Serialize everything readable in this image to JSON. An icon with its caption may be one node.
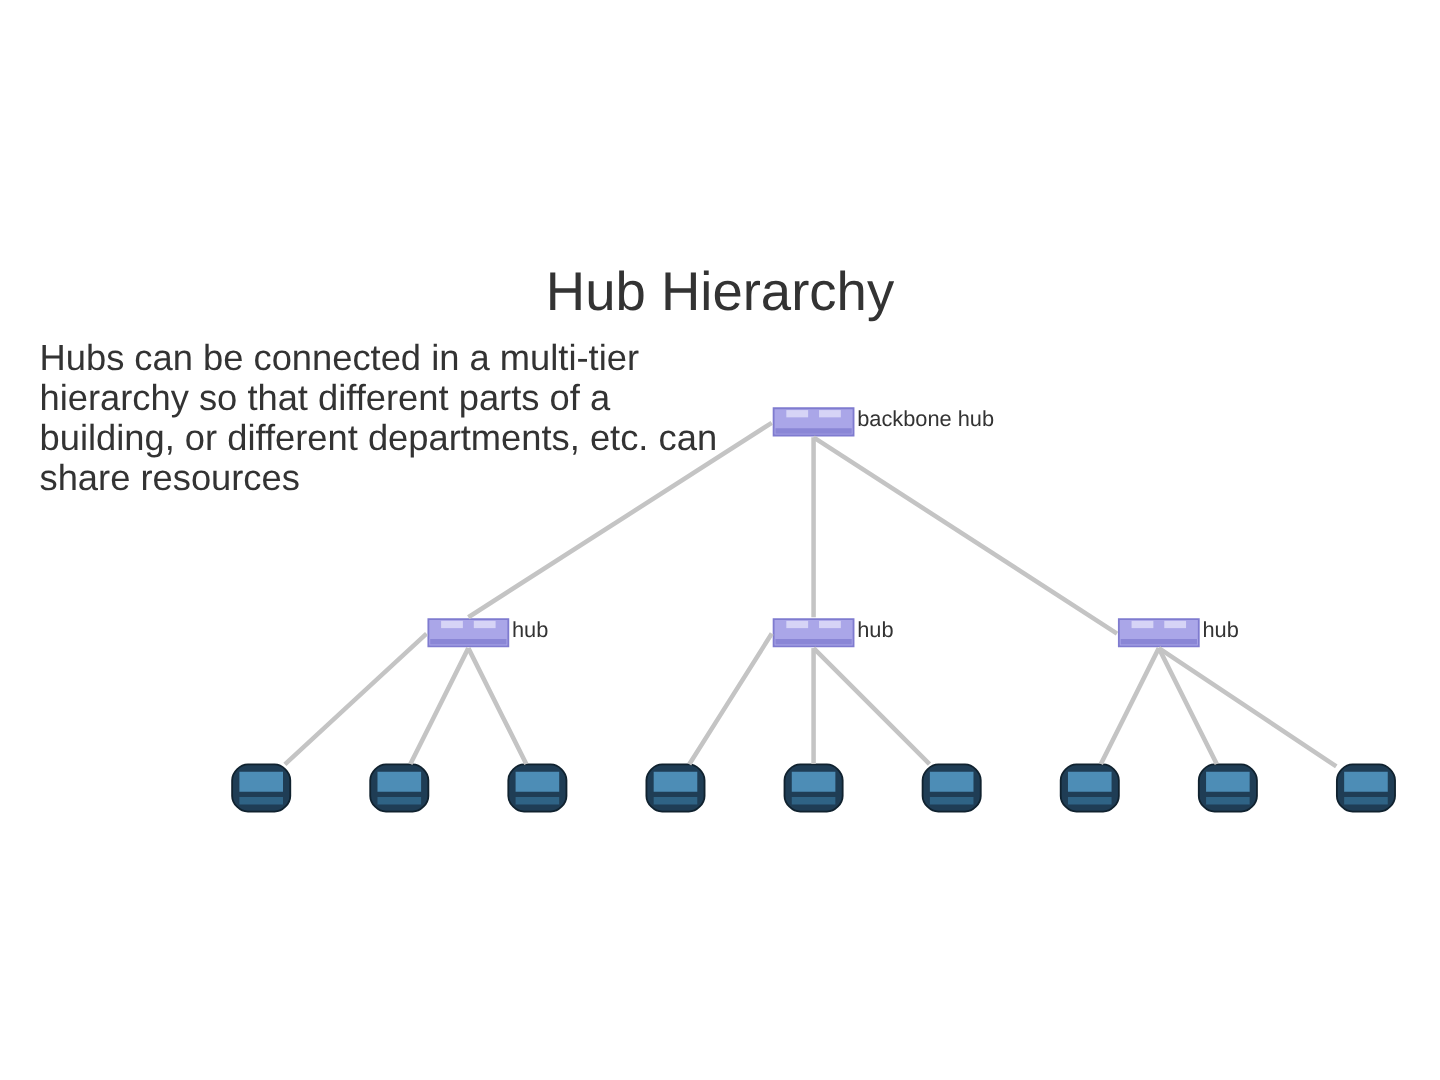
{
  "diagram": {
    "title": "Hub Hierarchy",
    "nodes": [
      {
        "text": [],
        "shape": "picture",
        "beside": [
          "backbone hub"
        ]
      },
      {
        "text": [],
        "shape": "picture",
        "beside": [
          "hub"
        ]
      },
      {
        "text": [],
        "shape": "picture",
        "beside": [
          "hub"
        ]
      },
      {
        "text": [],
        "shape": "picture",
        "beside": [
          "hub"
        ]
      },
      {
        "text": [],
        "shape": "picture"
      },
      {
        "text": [],
        "shape": "picture"
      },
      {
        "text": [],
        "shape": "picture"
      },
      {
        "text": [],
        "shape": "picture"
      },
      {
        "text": [],
        "shape": "picture"
      },
      {
        "text": [],
        "shape": "picture"
      },
      {
        "text": [],
        "shape": "picture"
      },
      {
        "text": [],
        "shape": "picture"
      },
      {
        "text": [],
        "shape": "picture"
      }
    ],
    "edges": [
      {
        "from": 0,
        "to": 1,
        "arrow": "none"
      },
      {
        "from": 0,
        "to": 2,
        "arrow": "none"
      },
      {
        "from": 0,
        "to": 3,
        "arrow": "none"
      },
      {
        "from": 1,
        "to": 4,
        "arrow": "none"
      },
      {
        "from": 1,
        "to": 5,
        "arrow": "none"
      },
      {
        "from": 1,
        "to": 6,
        "arrow": "none"
      },
      {
        "from": 2,
        "to": 7,
        "arrow": "none"
      },
      {
        "from": 2,
        "to": 8,
        "arrow": "none"
      },
      {
        "from": 2,
        "to": 9,
        "arrow": "none"
      },
      {
        "from": 3,
        "to": 10,
        "arrow": "none"
      },
      {
        "from": 3,
        "to": 11,
        "arrow": "none"
      },
      {
        "from": 3,
        "to": 12,
        "arrow": "none"
      }
    ],
    "labels": [
      "Hubs can be connected in a multi-tier hierarchy so that different parts of a building, or different departments, etc. can share resources"
    ]
  }
}
